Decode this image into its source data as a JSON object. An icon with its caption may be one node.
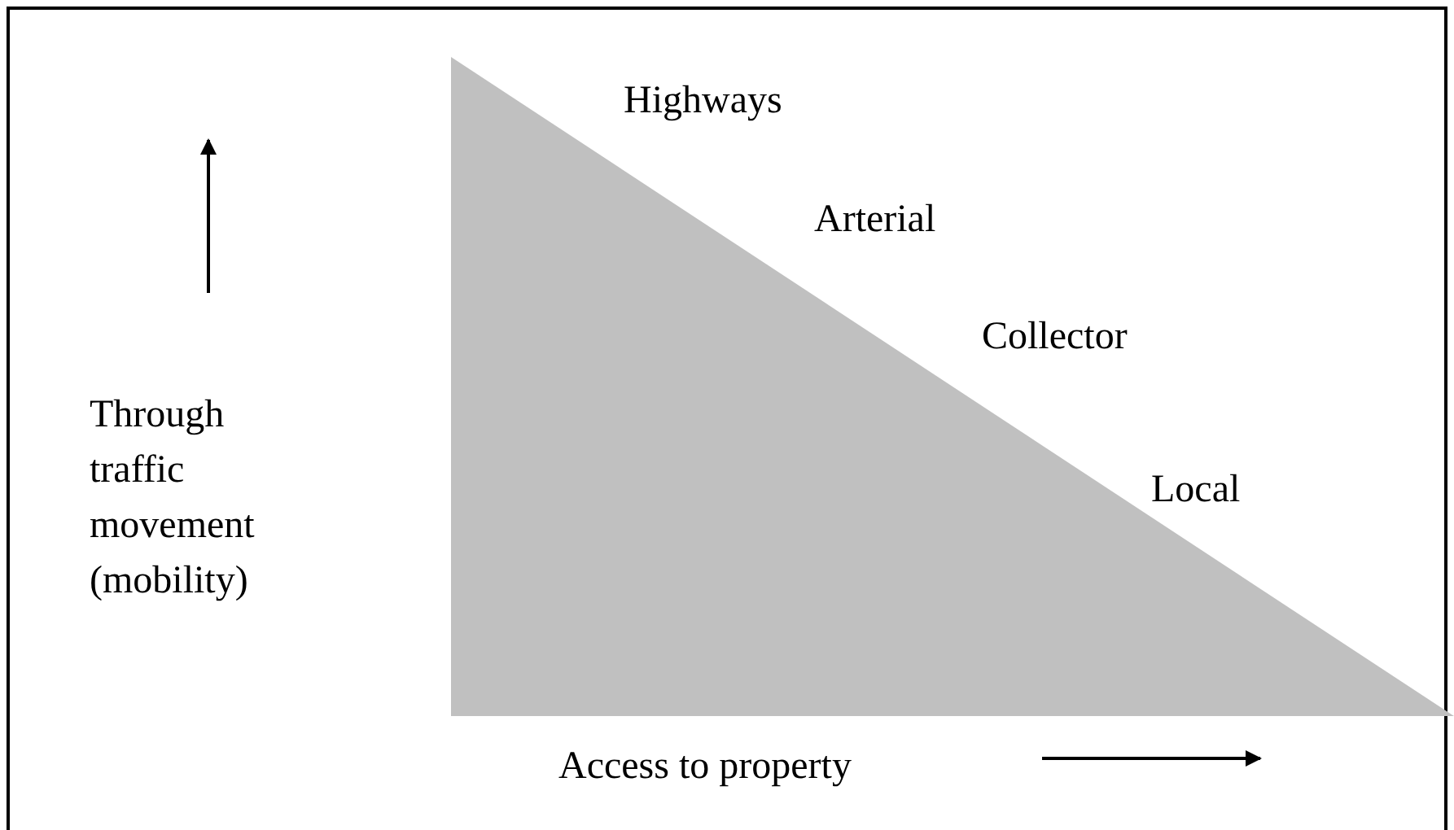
{
  "diagram": {
    "labels": [
      "Highways",
      "Arterial",
      "Collector",
      "Local",
      "Through traffic movement (mobility)",
      "Access to property"
    ]
  }
}
